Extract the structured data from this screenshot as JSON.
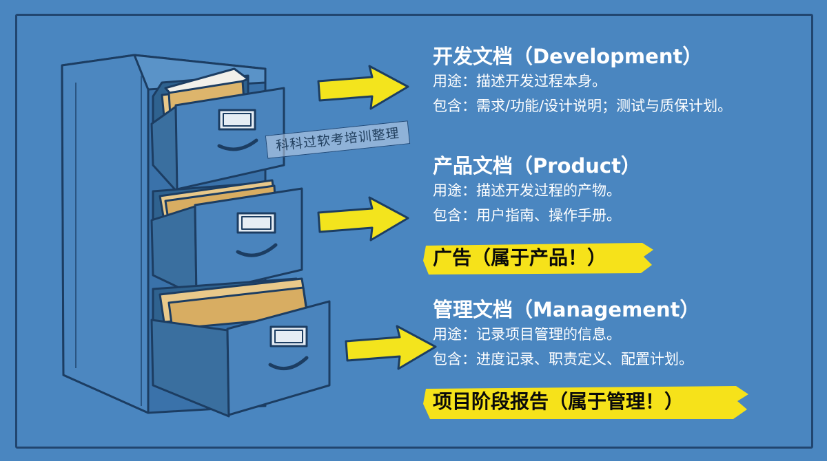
{
  "watermark": "科科过软考培训整理",
  "sections": [
    {
      "title": "开发文档（Development）",
      "use": "用途：描述开发过程本身。",
      "contains": "包含：需求/功能/设计说明；测试与质保计划。"
    },
    {
      "title": "产品文档（Product）",
      "use": "用途：描述开发过程的产物。",
      "contains": "包含：用户指南、操作手册。",
      "note": "广告（属于产品！）"
    },
    {
      "title": "管理文档（Management）",
      "use": "用途：记录项目管理的信息。",
      "contains": "包含：进度记录、职责定义、配置计划。",
      "note": "项目阶段报告（属于管理！）"
    }
  ],
  "colors": {
    "background": "#4a86c0",
    "cabinet": "#3f79b3",
    "outline": "#1c3d62",
    "arrow": "#f3e41d",
    "highlight": "#f6e21a",
    "paper": "#e9c98a"
  }
}
